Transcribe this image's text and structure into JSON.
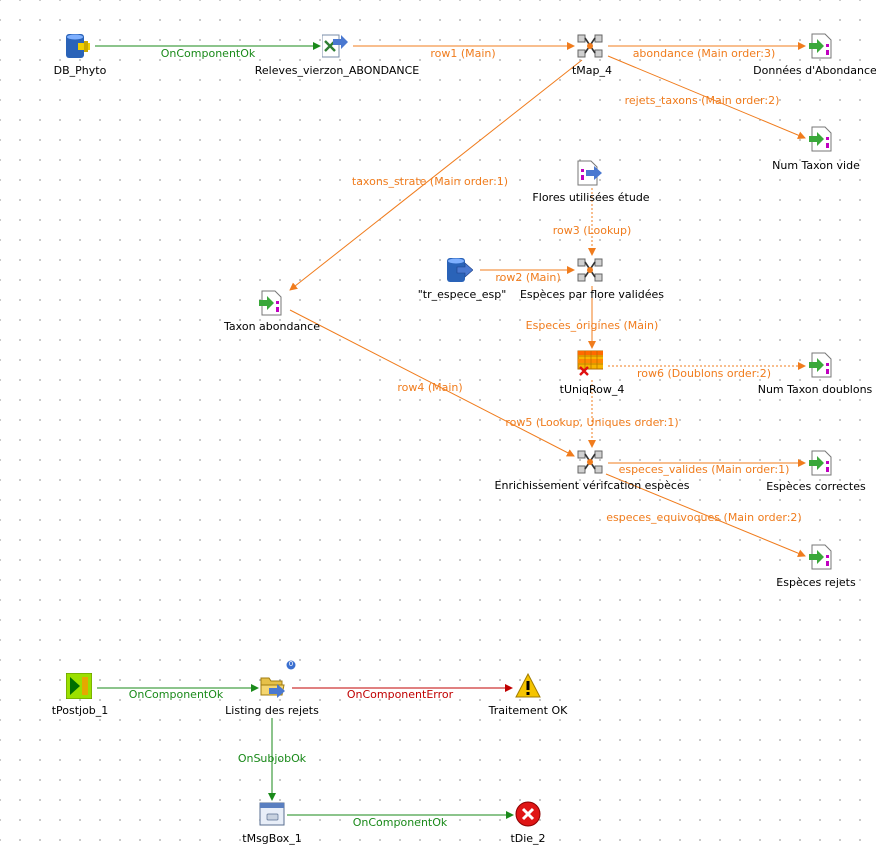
{
  "colors": {
    "main": "#f07c1d",
    "trigger_ok": "#1a8a1a",
    "trigger_error": "#c00000"
  },
  "components": {
    "db_phyto": "DB_Phyto",
    "releves": "Releves_vierzon_ABONDANCE",
    "tmap4": "tMap_4",
    "donnees_abondance": "Données d'Abondance",
    "num_taxon_vide": "Num Taxon vide",
    "flores_utilisees": "Flores utilisées étude",
    "tr_espece_esp": "\"tr_espece_esp\"",
    "especes_par_flore": "Espèces par flore validées",
    "taxon_abondance": "Taxon abondance",
    "tuniqrow4": "tUniqRow_4",
    "num_taxon_doublons": "Num Taxon doublons",
    "enrichissement": "Enrichissement vérifcation espèces",
    "especes_correctes": "Espèces correctes",
    "especes_rejets": "Espèces rejets",
    "tpostjob1": "tPostjob_1",
    "listing_rejets": "Listing des rejets",
    "traitement_ok": "Traitement OK",
    "tmsgbox1": "tMsgBox_1",
    "tdie2": "tDie_2"
  },
  "links": {
    "l_db_releves": "OnComponentOk",
    "l_row1": "row1 (Main)",
    "l_abondance": "abondance (Main order:3)",
    "l_rejets_taxons": "rejets_taxons (Main order:2)",
    "l_taxons_strate": "taxons_strate (Main order:1)",
    "l_row3": "row3 (Lookup)",
    "l_row2": "row2 (Main)",
    "l_especes_origines": "Especes_origines (Main)",
    "l_row6": "row6 (Doublons order:2)",
    "l_row4": "row4 (Main)",
    "l_row5": "row5 (Lookup, Uniques order:1)",
    "l_especes_valides": "especes_valides (Main order:1)",
    "l_especes_equivoques": "especes_equivoques (Main order:2)",
    "l_postjob_listing": "OnComponentOk",
    "l_listing_error": "OnComponentError",
    "l_subjob": "OnSubjobOk",
    "l_msgbox_die": "OnComponentOk"
  },
  "badges": {
    "listing_badge": "0"
  }
}
